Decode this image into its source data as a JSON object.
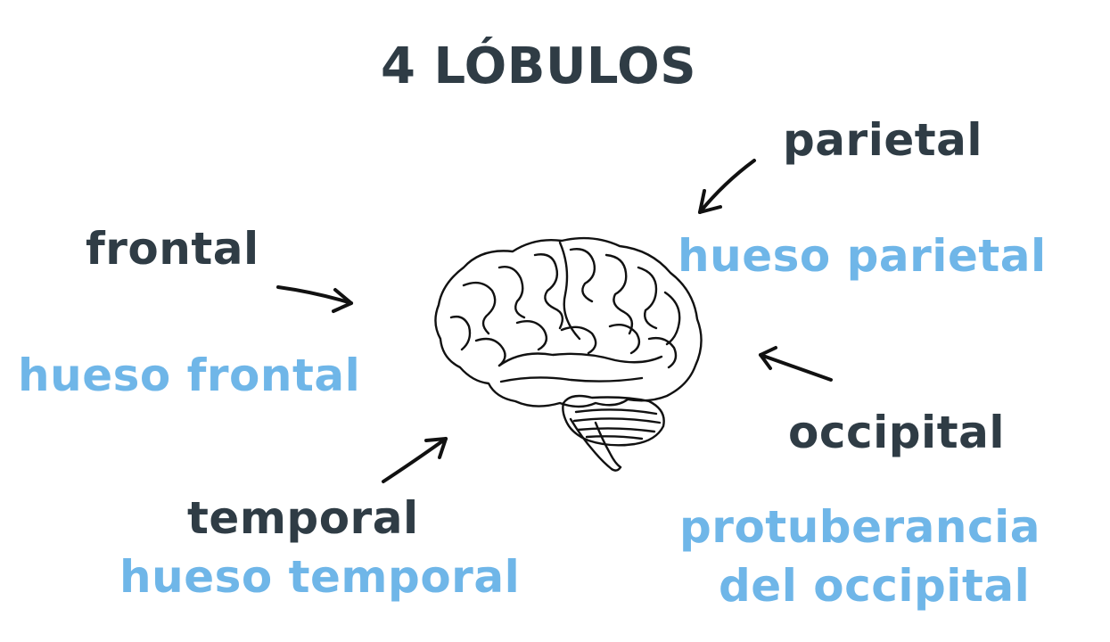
{
  "title": "4 LÓBULOS",
  "lobes": {
    "parietal": {
      "name": "parietal",
      "bone": "hueso parietal"
    },
    "frontal": {
      "name": "frontal",
      "bone": "hueso frontal"
    },
    "occipital": {
      "name": "occipital",
      "bone_line1": "protuberancia",
      "bone_line2": "del occipital"
    },
    "temporal": {
      "name": "temporal",
      "bone": "hueso temporal"
    }
  },
  "colors": {
    "lobe_text": "#2f3c45",
    "bone_text": "#6fb6e8",
    "line_art": "#111111"
  }
}
